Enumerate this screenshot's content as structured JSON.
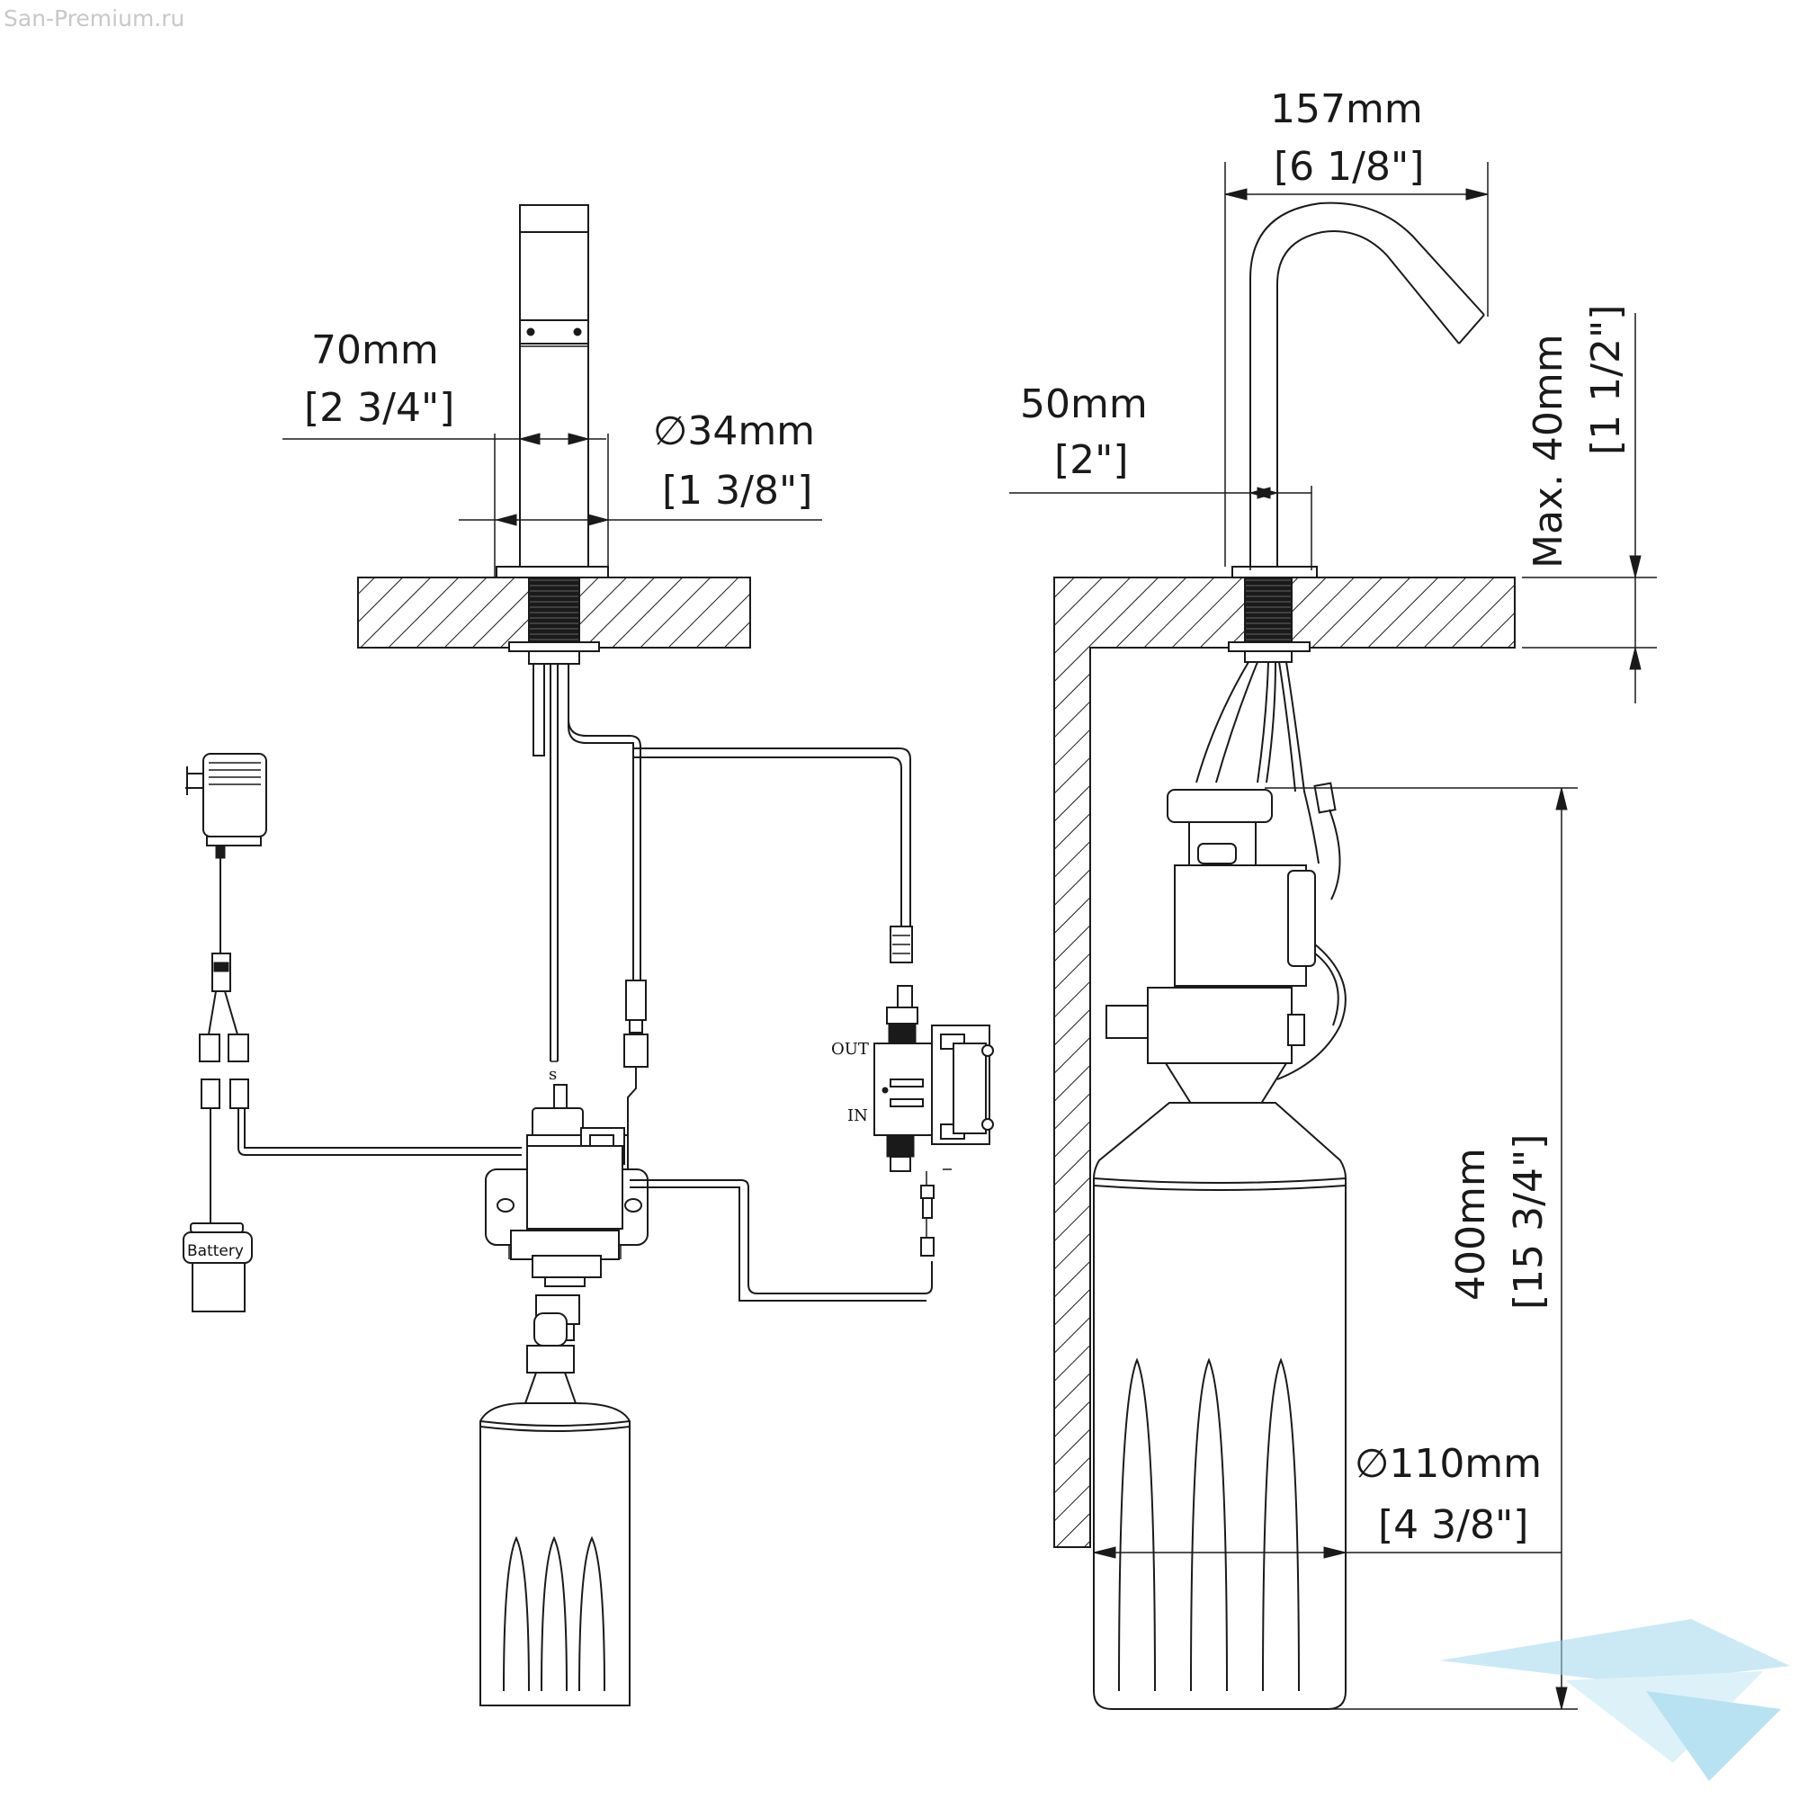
{
  "watermark": "San-Premium.ru",
  "dimensions": {
    "faucet_height_mm": "70mm",
    "faucet_height_in": "[2 3/4\"]",
    "faucet_diameter_mm": "∅34mm",
    "faucet_diameter_in": "[1 3/8\"]",
    "spout_reach_mm": "157mm",
    "spout_reach_in": "[6 1/8\"]",
    "spout_width_mm": "50mm",
    "spout_width_in": "[2\"]",
    "deck_thickness_mm": "Max. 40mm",
    "deck_thickness_in": "[1 1/2\"]",
    "bottle_height_mm": "400mm",
    "bottle_height_in": "[15 3/4\"]",
    "bottle_diameter_mm": "∅110mm",
    "bottle_diameter_in": "[4 3/8\"]"
  },
  "labels": {
    "out": "OUT",
    "in": "IN",
    "battery": "Battery"
  },
  "colors": {
    "line": "#1a1a1a",
    "watermark": "#c8c8c8",
    "logo": "#9fd8ee"
  }
}
